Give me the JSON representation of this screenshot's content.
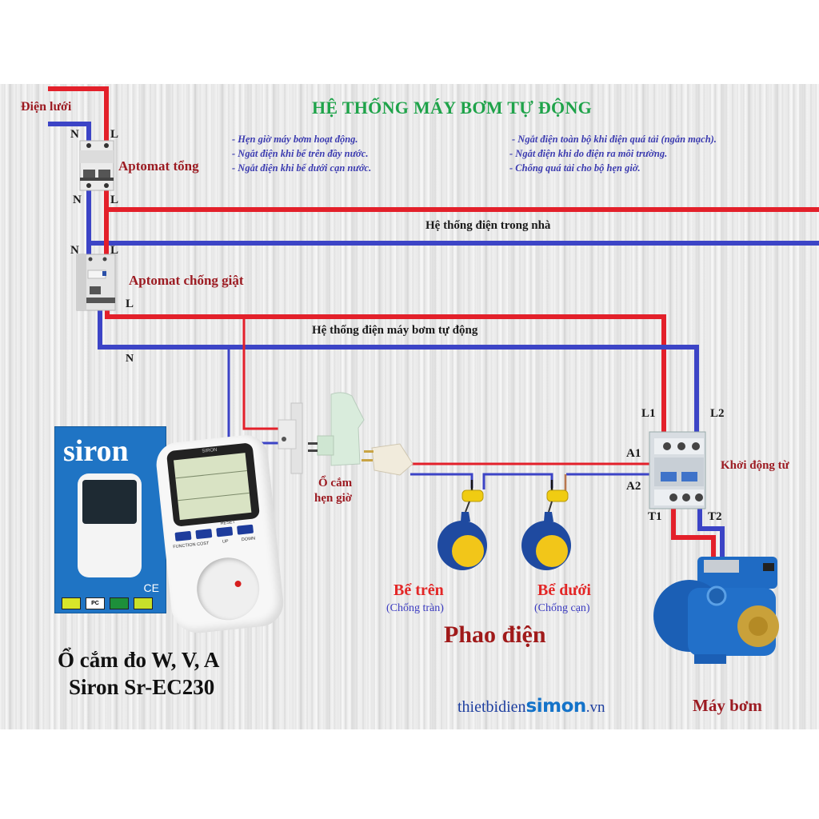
{
  "title": "HỆ THỐNG MÁY BƠM TỰ ĐỘNG",
  "features_left": [
    "- Hẹn giờ máy bơm hoạt động.",
    "- Ngắt điện khi bể trên đầy nước.",
    "- Ngắt điện khi bể dưới cạn nước."
  ],
  "features_right": [
    "- Ngắt điện toàn bộ khi điện quá tải (ngắn mạch).",
    "- Ngắt điện khi do điện ra môi trường.",
    "- Chống quá tải cho bộ hẹn giờ."
  ],
  "labels": {
    "grid": "Điện lưới",
    "main_breaker": "Aptomat tổng",
    "rcd_breaker": "Aptomat chống giật",
    "house_system": "Hệ thống điện trong nhà",
    "pump_system": "Hệ thống điện máy bơm tự động",
    "timer_socket_line1": "Ổ cắm",
    "timer_socket_line2": "hẹn giờ",
    "contactor": "Khởi động từ",
    "upper_tank": "Bể trên",
    "upper_tank_note": "(Chống tràn)",
    "lower_tank": "Bể dưới",
    "lower_tank_note": "(Chống cạn)",
    "float_switch": "Phao điện",
    "pump": "Máy bơm",
    "meter_caption_line1": "Ổ cắm đo  W, V, A",
    "meter_caption_line2": "Siron Sr-EC230"
  },
  "terminals": {
    "n": "N",
    "l": "L",
    "l1": "L1",
    "l2": "L2",
    "a1": "A1",
    "a2": "A2",
    "t1": "T1",
    "t2": "T2"
  },
  "product": {
    "box_brand": "siron",
    "ce_mark": "CE",
    "badges": [
      "",
      "PC",
      "",
      ""
    ],
    "meter_logo": "SIRON",
    "meter_reset": "RESET",
    "meter_buttons": [
      "FUNCTION",
      "COST",
      "UP",
      "DOWN"
    ]
  },
  "watermark": {
    "prefix": "thietbidien",
    "brand": "simon",
    "suffix": ".vn"
  },
  "colors": {
    "live_wire": "#e3202a",
    "neutral_wire": "#3c44c6",
    "title": "#1fa34a",
    "label": "#9c1b22",
    "feature_text": "#3b3bb0"
  }
}
